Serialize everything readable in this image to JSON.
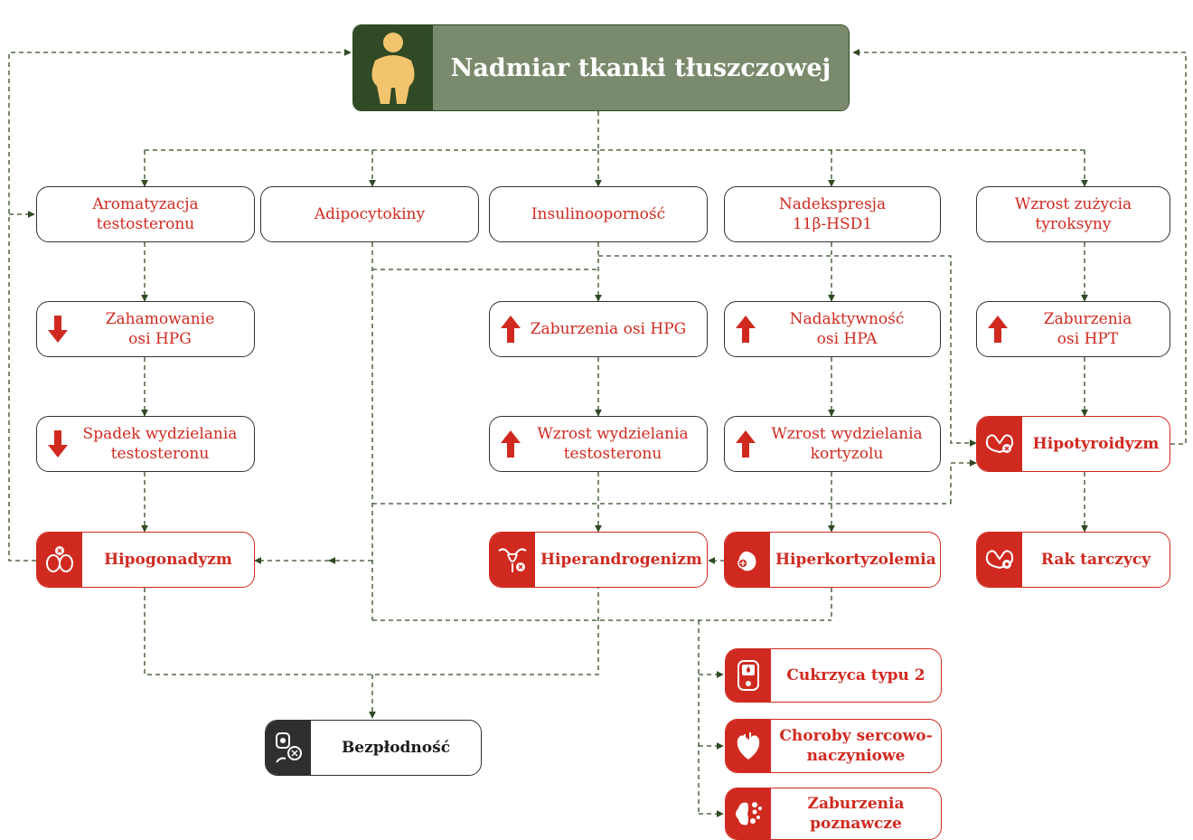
{
  "title": "Nadmiar tkanki tłuszczowej",
  "colors": {
    "red": "#d02a20",
    "dark_green": "#2f4a24",
    "sage": "#7a8a6c",
    "connector": "#2f4a24",
    "dark": "#2f2f2f"
  },
  "causes": {
    "aromatyzacja": "Aromatyzacja\ntestosteronu",
    "adipocytokiny": "Adipocytokiny",
    "insulinoopornosc": "Insulinooporność",
    "nadekspresja": "Nadekspresja\n11β-HSD1",
    "tyroksyna": "Wzrost zużycia\ntyroksyny"
  },
  "effects": {
    "zahamowanie_hpg": "Zahamowanie\nosi HPG",
    "zaburzenia_hpg": "Zaburzenia osi HPG",
    "nadaktywnosc_hpa": "Nadaktywność\nosi HPA",
    "zaburzenia_hpt": "Zaburzenia\nosi HPT",
    "spadek_testosteronu": "Spadek wydzielania\ntestosteronu",
    "wzrost_testosteronu": "Wzrost wydzielania\ntestosteronu",
    "wzrost_kortyzolu": "Wzrost wydzielania\nkortyzolu"
  },
  "outcomes": {
    "hipotyroidyzm": "Hipotyroidyzm",
    "hipogonadyzm": "Hipogonadyzm",
    "hiperandrogenizm": "Hiperandrogenizm",
    "hiperkortyzolemia": "Hiperkortyzolemia",
    "rak_tarczycy": "Rak tarczycy",
    "bezplodnosc": "Bezpłodność",
    "cukrzyca": "Cukrzyca typu 2",
    "choroby_serca": "Choroby sercowo-\nnaczyniowe",
    "zaburzenia_poznawcze": "Zaburzenia\npoznawcze"
  },
  "icons": {
    "title": "obese-person-icon",
    "hipotyroidyzm": "thyroid-icon",
    "hipogonadyzm": "testes-icon",
    "hiperandrogenizm": "uterus-icon",
    "hiperkortyzolemia": "adrenal-icon",
    "rak_tarczycy": "thyroid-icon",
    "bezplodnosc": "sperm-egg-icon",
    "cukrzyca": "glucometer-icon",
    "choroby_serca": "heart-icon",
    "zaburzenia_poznawcze": "brain-icon"
  },
  "indicators": {
    "zahamowanie_hpg": "down",
    "zaburzenia_hpg": "up",
    "nadaktywnosc_hpa": "up",
    "zaburzenia_hpt": "up",
    "spadek_testosteronu": "down",
    "wzrost_testosteronu": "up",
    "wzrost_kortyzolu": "up"
  }
}
